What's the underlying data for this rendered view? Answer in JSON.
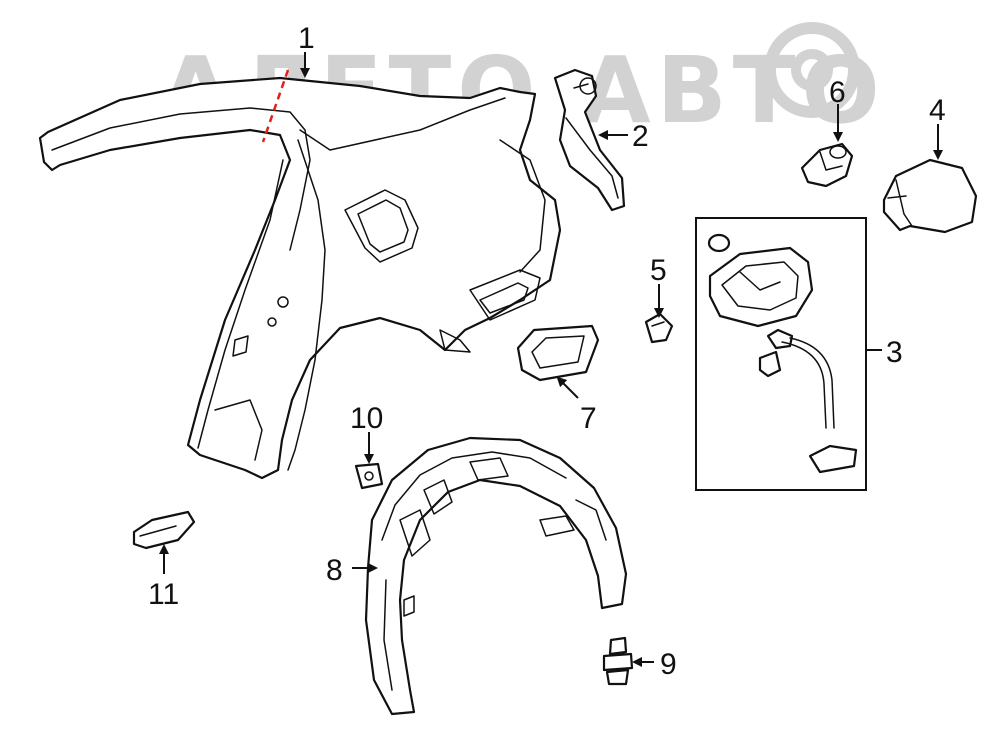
{
  "watermark": {
    "text": "АЛЕТО АВТО"
  },
  "callouts": [
    {
      "id": "1",
      "label": "1"
    },
    {
      "id": "2",
      "label": "2"
    },
    {
      "id": "3",
      "label": "3"
    },
    {
      "id": "4",
      "label": "4"
    },
    {
      "id": "5",
      "label": "5"
    },
    {
      "id": "6",
      "label": "6"
    },
    {
      "id": "7",
      "label": "7"
    },
    {
      "id": "8",
      "label": "8"
    },
    {
      "id": "9",
      "label": "9"
    },
    {
      "id": "10",
      "label": "10"
    },
    {
      "id": "11",
      "label": "11"
    }
  ],
  "colors": {
    "line": "#111111",
    "cut_line": "#e0201c",
    "watermark": "#d2d2d2",
    "background": "#ffffff"
  }
}
